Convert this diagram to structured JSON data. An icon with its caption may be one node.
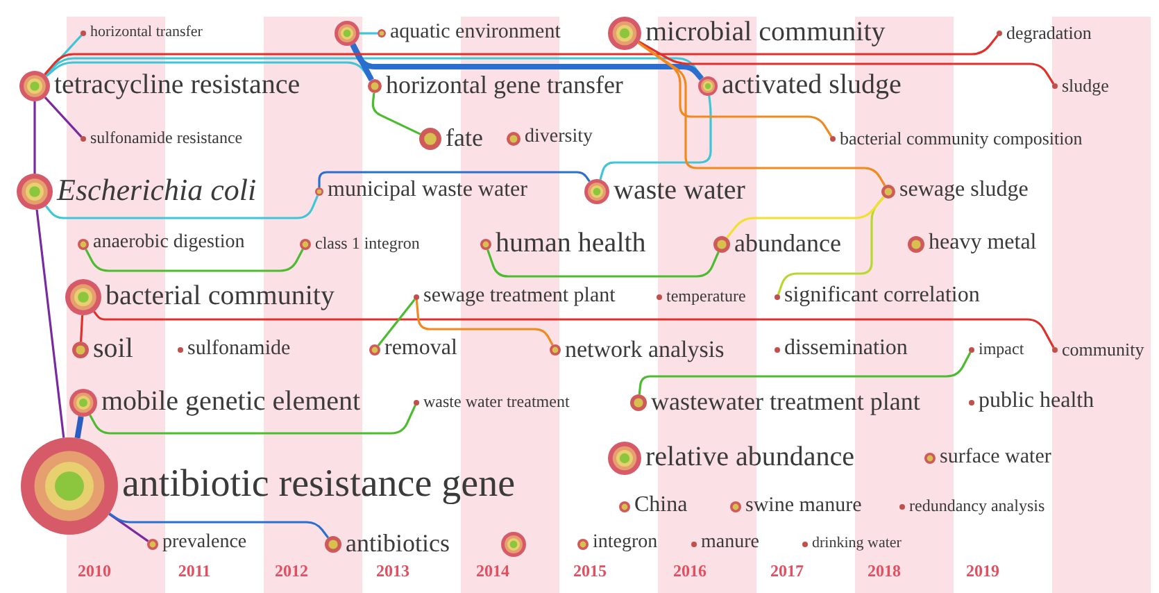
{
  "diagram": {
    "nodes": [
      {
        "text": [
          "antibiotic resistance gene"
        ]
      },
      {
        "text": [
          "prevalence"
        ]
      },
      {
        "text": [
          "Escherichia coli"
        ]
      },
      {
        "text": [
          "tetracycline resistance"
        ]
      },
      {
        "text": [
          "sulfonamide resistance"
        ]
      },
      {
        "text": [
          "soil"
        ]
      },
      {
        "text": [
          "integron"
        ]
      },
      {
        "text": [
          "anaerobic digestion"
        ]
      },
      {
        "text": [
          "mobile genetic element"
        ]
      },
      {
        "text": [
          "wastewater treatment plant"
        ]
      },
      {
        "text": [
          "horizontal gene transfer"
        ]
      },
      {
        "text": [
          "activated sludge"
        ]
      },
      {
        "text": [],
        "shape": "circle"
      },
      {
        "text": [],
        "shape": "circle"
      },
      {
        "text": [
          "bacterial community"
        ]
      },
      {
        "text": [
          "microbial community"
        ]
      },
      {
        "text": [
          "diversity"
        ]
      },
      {
        "text": [
          "horizontal transfer"
        ]
      },
      {
        "text": [
          "relative abundance"
        ]
      },
      {
        "text": [
          "public health"
        ]
      },
      {
        "text": [
          "fate"
        ]
      },
      {
        "text": [
          "class 1 integron"
        ]
      },
      {
        "text": [
          "human health"
        ]
      },
      {
        "text": [
          "municipal waste water"
        ]
      },
      {
        "text": [
          "sulfonamide"
        ]
      },
      {
        "text": [
          "manure"
        ]
      },
      {
        "text": [
          "drinking water"
        ]
      },
      {
        "text": [
          "sewage treatment plant"
        ]
      },
      {
        "text": [
          "significant correlation"
        ]
      },
      {
        "text": [
          "surface water"
        ]
      },
      {
        "text": [
          "waste water"
        ]
      },
      {
        "text": [
          "aquatic environment"
        ]
      },
      {
        "text": [
          "antibiotics"
        ]
      },
      {
        "text": [
          "removal"
        ]
      },
      {
        "text": [
          "China"
        ]
      },
      {
        "text": [
          "dissemination"
        ]
      },
      {
        "text": [
          "waste water treatment"
        ]
      },
      {
        "text": [
          "impact"
        ]
      },
      {
        "text": [
          "abundance"
        ]
      },
      {
        "text": [
          "sewage sludge"
        ]
      },
      {
        "text": [
          "swine manure"
        ]
      },
      {
        "text": [
          "temperature"
        ]
      },
      {
        "text": [
          "heavy metal"
        ]
      },
      {
        "text": [
          "redundancy analysis"
        ]
      },
      {
        "text": [
          "network analysis"
        ]
      },
      {
        "text": [
          "bacterial community composition"
        ]
      },
      {
        "text": [
          "sludge"
        ]
      },
      {
        "text": [
          "degradation"
        ]
      },
      {
        "text": [
          "community"
        ]
      }
    ],
    "edges": [
      {
        "from": 0,
        "to": 1,
        "arrow": "none",
        "color": "#7a2aa0"
      },
      {
        "from": 0,
        "to": 2,
        "arrow": "none",
        "color": "#7a2aa0"
      },
      {
        "from": 0,
        "to": 8,
        "arrow": "none",
        "style": "thick",
        "color": "#2a5fc0"
      },
      {
        "from": 0,
        "to": 32,
        "arrow": "none",
        "color": "#2a6fd0"
      },
      {
        "from": 9,
        "to": 37,
        "arrow": "none",
        "color": "#4cbb30"
      },
      {
        "from": 2,
        "to": 3,
        "arrow": "none",
        "color": "#7a2aa0"
      },
      {
        "from": 3,
        "to": 4,
        "arrow": "none",
        "color": "#7a2aa0"
      },
      {
        "from": 3,
        "to": 10,
        "arrow": "none",
        "color": "#3ec6d6"
      },
      {
        "from": 3,
        "to": 11,
        "arrow": "none",
        "color": "#3ec6d6"
      },
      {
        "from": 3,
        "to": 17,
        "arrow": "none",
        "color": "#3ec6d6"
      },
      {
        "from": 2,
        "to": 23,
        "arrow": "none",
        "color": "#3ec6d6"
      },
      {
        "from": 10,
        "to": 12,
        "arrow": "none",
        "style": "thick",
        "color": "#2a6fd0"
      },
      {
        "from": 12,
        "to": 11,
        "arrow": "none",
        "style": "thick",
        "color": "#2a6fd0"
      },
      {
        "from": 11,
        "to": 30,
        "arrow": "none",
        "color": "#3ec6d6"
      },
      {
        "from": 23,
        "to": 30,
        "arrow": "none",
        "color": "#2a6fd0"
      },
      {
        "from": 31,
        "to": 12,
        "arrow": "none",
        "color": "#3ec6d6"
      },
      {
        "from": 5,
        "to": 14,
        "arrow": "none",
        "color": "#e0302a"
      },
      {
        "from": 3,
        "to": 47,
        "arrow": "none",
        "color": "#e0302a"
      },
      {
        "from": 14,
        "to": 48,
        "arrow": "none",
        "color": "#e0302a"
      },
      {
        "from": 15,
        "to": 46,
        "arrow": "none",
        "color": "#e0302a"
      },
      {
        "from": 15,
        "to": 45,
        "arrow": "none",
        "color": "#f08a20"
      },
      {
        "from": 15,
        "to": 39,
        "arrow": "none",
        "color": "#f08a20"
      },
      {
        "from": 20,
        "to": 10,
        "arrow": "none",
        "color": "#4cbb30"
      },
      {
        "from": 33,
        "to": 27,
        "arrow": "none",
        "color": "#4cbb30"
      },
      {
        "from": 22,
        "to": 38,
        "arrow": "none",
        "color": "#4cbb30"
      },
      {
        "from": 7,
        "to": 21,
        "arrow": "none",
        "color": "#4cbb30"
      },
      {
        "from": 28,
        "to": 39,
        "arrow": "none",
        "color": "#b8d830"
      },
      {
        "from": 27,
        "to": 44,
        "arrow": "none",
        "color": "#f08a20"
      },
      {
        "from": 38,
        "to": 39,
        "arrow": "none",
        "color": "#f0e030"
      },
      {
        "from": 8,
        "to": 36,
        "arrow": "none",
        "color": "#4cbb30"
      }
    ],
    "labels": [
      "2010",
      "2011",
      "2012",
      "2013",
      "2014",
      "2015",
      "2016",
      "2017",
      "2018",
      "2019"
    ]
  }
}
